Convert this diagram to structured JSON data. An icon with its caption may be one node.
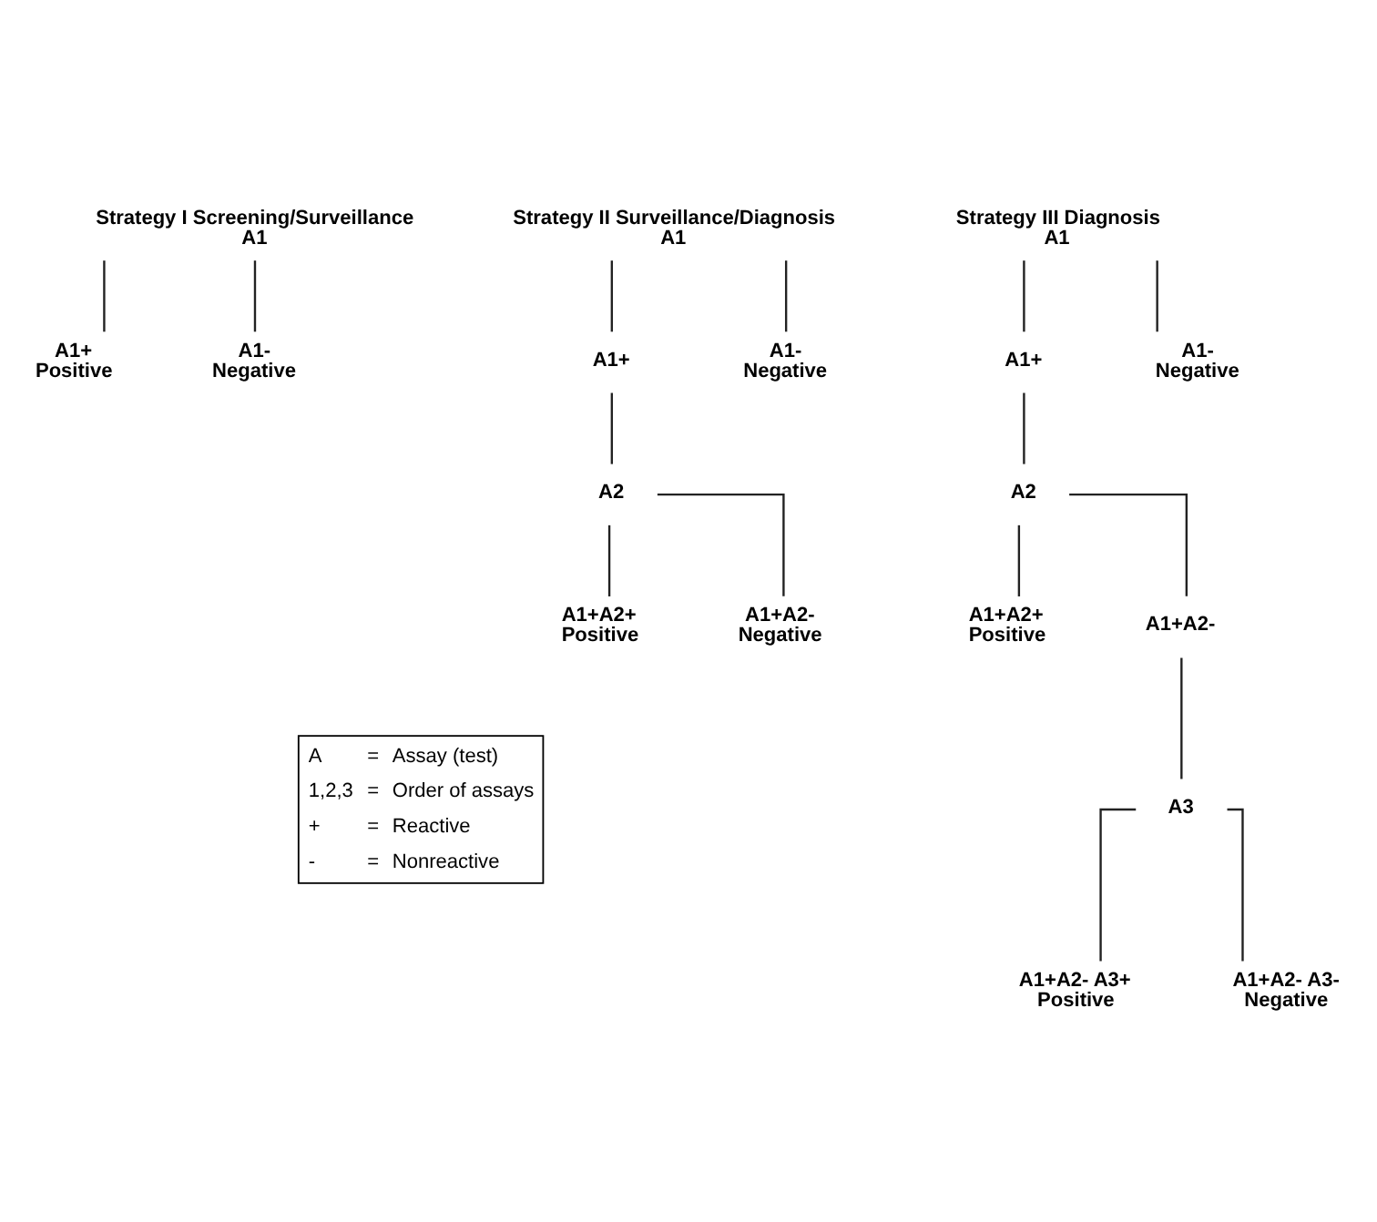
{
  "diagram": {
    "nodes": [
      {
        "text": [
          "Strategy I Screening/Surveillance",
          "A1"
        ]
      },
      {
        "text": [
          "A1+",
          "Positive"
        ]
      },
      {
        "text": [
          "A1-",
          "Negative"
        ]
      },
      {
        "text": [
          "Strategy II Surveillance/Diagnosis",
          "A1"
        ]
      },
      {
        "text": [
          "A1+"
        ]
      },
      {
        "text": [
          "A1-",
          "Negative"
        ]
      },
      {
        "text": [
          "A2"
        ]
      },
      {
        "text": [
          "A1+A2+",
          "Positive"
        ]
      },
      {
        "text": [
          "A1+A2-",
          "Negative"
        ]
      },
      {
        "text": [
          "Strategy III Diagnosis",
          "A1"
        ]
      },
      {
        "text": [
          "A1+"
        ]
      },
      {
        "text": [
          "A1-",
          "Negative"
        ]
      },
      {
        "text": [
          "A2"
        ]
      },
      {
        "text": [
          "A1+A2+",
          "Positive"
        ]
      },
      {
        "text": [
          "A1+A2-"
        ]
      },
      {
        "text": [
          "A3"
        ]
      },
      {
        "text": [
          "A1+A2- A3+",
          "Positive"
        ]
      },
      {
        "text": [
          "A1+A2- A3-",
          "Negative"
        ]
      }
    ],
    "edges": [
      {
        "from": 0,
        "to": 1,
        "arrow": "none"
      },
      {
        "from": 0,
        "to": 2,
        "arrow": "none"
      },
      {
        "from": 3,
        "to": 4,
        "arrow": "none"
      },
      {
        "from": 3,
        "to": 5,
        "arrow": "none"
      },
      {
        "from": 4,
        "to": 6,
        "arrow": "none"
      },
      {
        "from": 6,
        "to": 7,
        "arrow": "none"
      },
      {
        "from": 6,
        "to": 8,
        "arrow": "none"
      },
      {
        "from": 9,
        "to": 10,
        "arrow": "none"
      },
      {
        "from": 9,
        "to": 11,
        "arrow": "none"
      },
      {
        "from": 10,
        "to": 12,
        "arrow": "none"
      },
      {
        "from": 12,
        "to": 13,
        "arrow": "none"
      },
      {
        "from": 12,
        "to": 14,
        "arrow": "none"
      },
      {
        "from": 14,
        "to": 15,
        "arrow": "none"
      },
      {
        "from": 15,
        "to": 16,
        "arrow": "none"
      },
      {
        "from": 15,
        "to": 17,
        "arrow": "none"
      }
    ],
    "labels": [
      "A",
      "=",
      "Assay (test)",
      "1,2,3",
      "=",
      "Order of assays",
      "+",
      "=",
      "Reactive",
      "-",
      "=",
      "Nonreactive"
    ]
  }
}
